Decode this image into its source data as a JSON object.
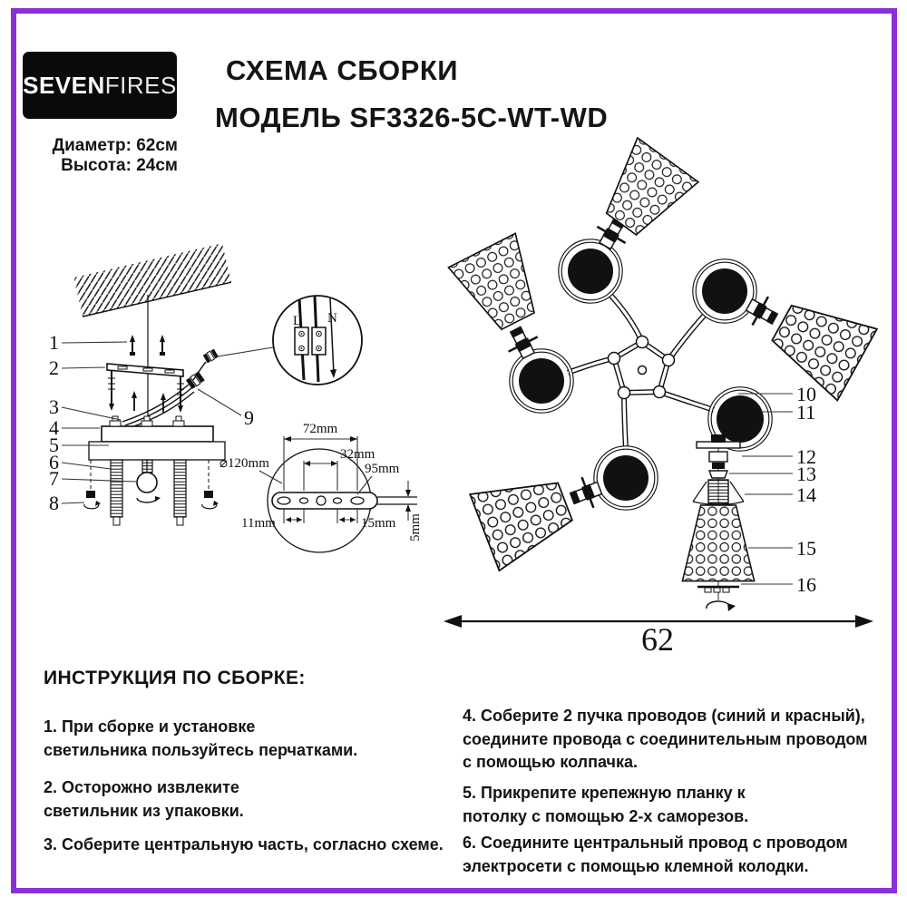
{
  "brand": {
    "bold": "SEVEN",
    "light": "FIRES"
  },
  "header": {
    "title_line1": "СХЕМА СБОРКИ",
    "title_line2": "МОДЕЛЬ SF3326-5C-WT-WD",
    "diameter": "Диаметр: 62см",
    "height": "Высота: 24см"
  },
  "left_diagram": {
    "callouts": {
      "c1": "1",
      "c2": "2",
      "c3": "3",
      "c4": "4",
      "c5": "5",
      "c6": "6",
      "c7": "7",
      "c8": "8",
      "c9": "9"
    },
    "terminal": {
      "l": "L",
      "n": "N"
    },
    "dims": {
      "d72": "72mm",
      "d32": "32mm",
      "d120": "⌀120mm",
      "d95": "95mm",
      "d11": "11mm",
      "d15": "15mm",
      "d5": "5mm"
    }
  },
  "right_diagram": {
    "callouts": {
      "c10": "10",
      "c11": "11",
      "c12": "12",
      "c13": "13",
      "c14": "14",
      "c15": "15",
      "c16": "16"
    },
    "width_label": "62"
  },
  "instructions": {
    "heading": "ИНСТРУКЦИЯ ПО СБОРКЕ:",
    "left": [
      {
        "text": "1. При сборке и установке\nсветильника пользуйтесь перчатками."
      },
      {
        "text": "2. Осторожно извлеките\nсветильник из упаковки."
      },
      {
        "text": "3. Соберите центральную часть, согласно схеме."
      }
    ],
    "right": [
      {
        "text": "4. Соберите 2 пучка проводов (синий и красный),\nсоедините провода с соединительным проводом\nс помощью колпачка."
      },
      {
        "text": "5. Прикрепите крепежную планку к\nпотолку с помощью 2-х саморезов."
      },
      {
        "text": "6. Соедините центральный провод с проводом\nэлектросети с помощью клемной колодки."
      }
    ]
  },
  "colors": {
    "accent_purple": "#8B2FD9",
    "logo_bg": "#0a0a0a"
  }
}
